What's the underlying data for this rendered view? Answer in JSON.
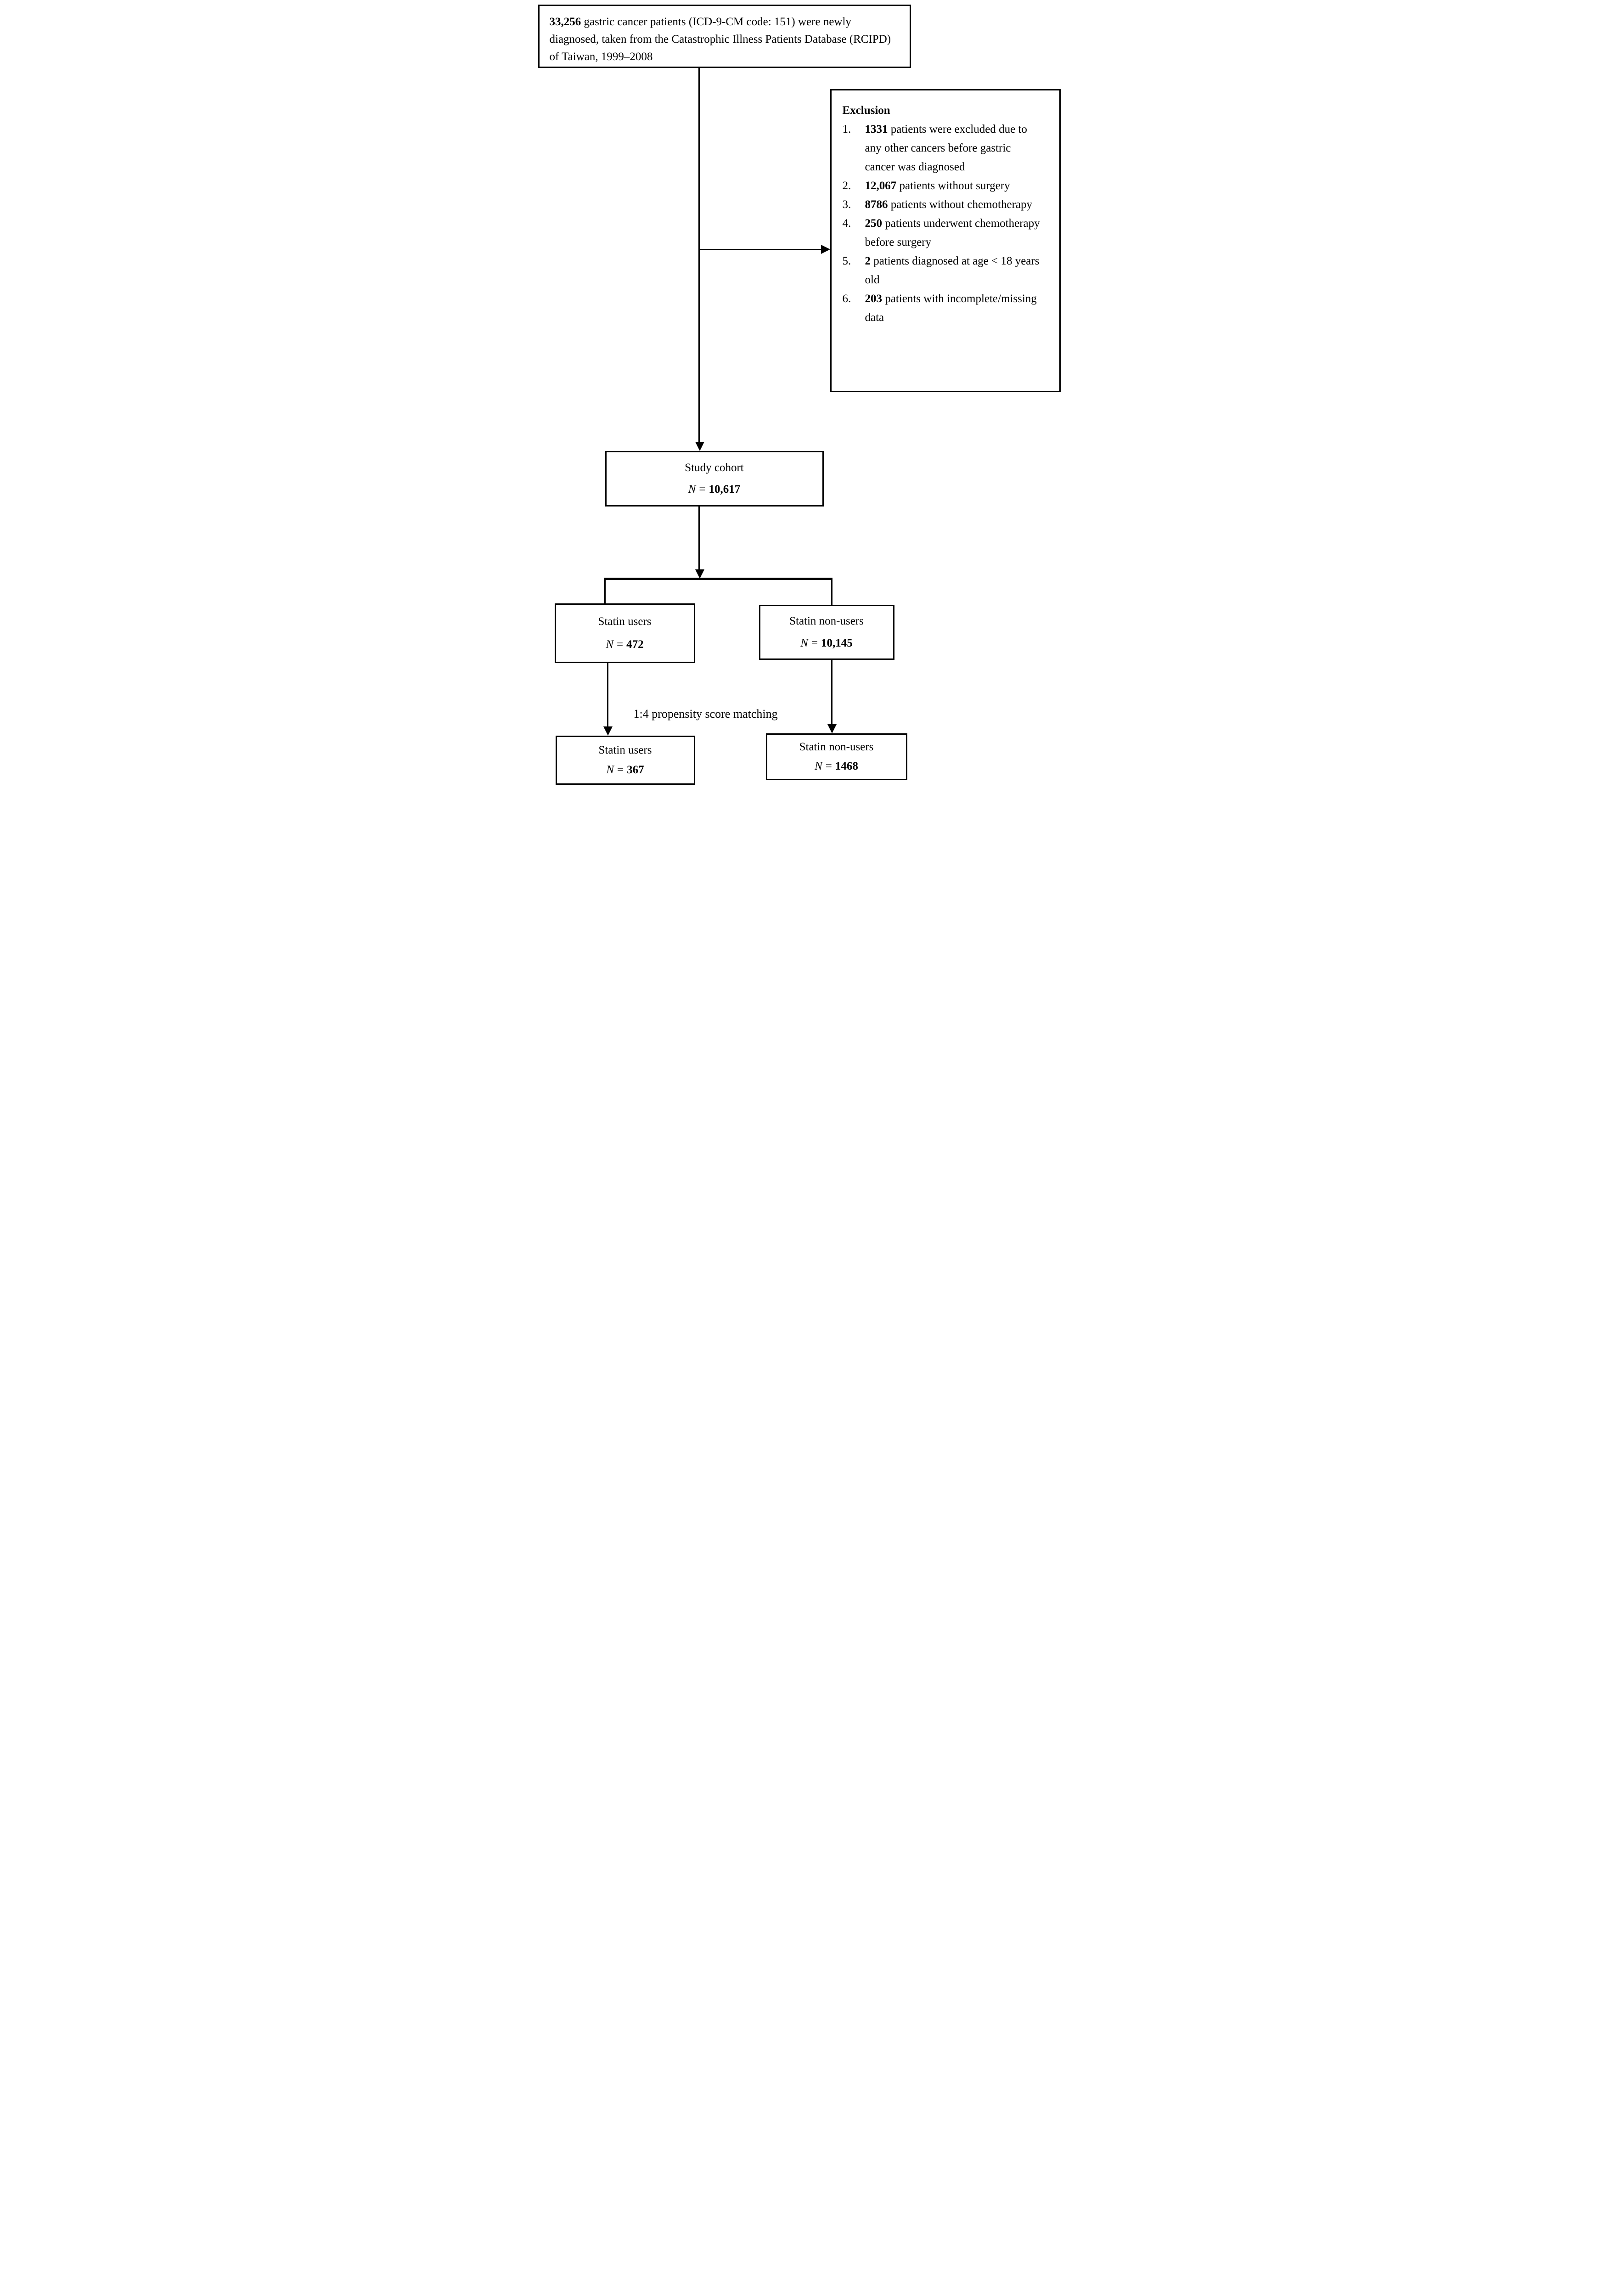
{
  "figure": {
    "top_box": {
      "bold": "33,256",
      "rest": " gastric cancer patients (ICD-9-CM code: 151) were newly diagnosed, taken from the Catastrophic Illness Patients Database (RCIPD) of Taiwan, 1999–2008"
    },
    "exclusion": {
      "title": "Exclusion",
      "items": [
        {
          "num": "1.",
          "bold": "1331",
          "rest": " patients were excluded due to any other cancers before gastric cancer was diagnosed"
        },
        {
          "num": "2.",
          "bold": "12,067",
          "rest": " patients without surgery"
        },
        {
          "num": "3.",
          "bold": "8786",
          "rest": " patients without chemotherapy"
        },
        {
          "num": "4.",
          "bold": "250",
          "rest": " patients underwent chemotherapy before surgery"
        },
        {
          "num": "5.",
          "bold": "2",
          "rest": " patients diagnosed at age < 18 years old"
        },
        {
          "num": "6.",
          "bold": "203",
          "rest": " patients with incomplete/missing data"
        }
      ]
    },
    "study_cohort": {
      "label": "Study cohort",
      "n_symbol": "N",
      "equals": "=",
      "value": "10,617"
    },
    "statin_users_pre": {
      "label": "Statin users",
      "n_symbol": "N",
      "equals": "=",
      "value": "472"
    },
    "statin_nonusers_pre": {
      "label": "Statin non-users",
      "n_symbol": "N",
      "equals": "=",
      "value": "10,145"
    },
    "matching_label": "1:4 propensity score matching",
    "statin_users_post": {
      "label": "Statin users",
      "n_symbol": "N",
      "equals": "=",
      "value": "367"
    },
    "statin_nonusers_post": {
      "label": "Statin non-users",
      "n_symbol": "N",
      "equals": "=",
      "value": "1468"
    }
  },
  "colors": {
    "line": "#000000",
    "text": "#000000",
    "background": "#ffffff"
  }
}
